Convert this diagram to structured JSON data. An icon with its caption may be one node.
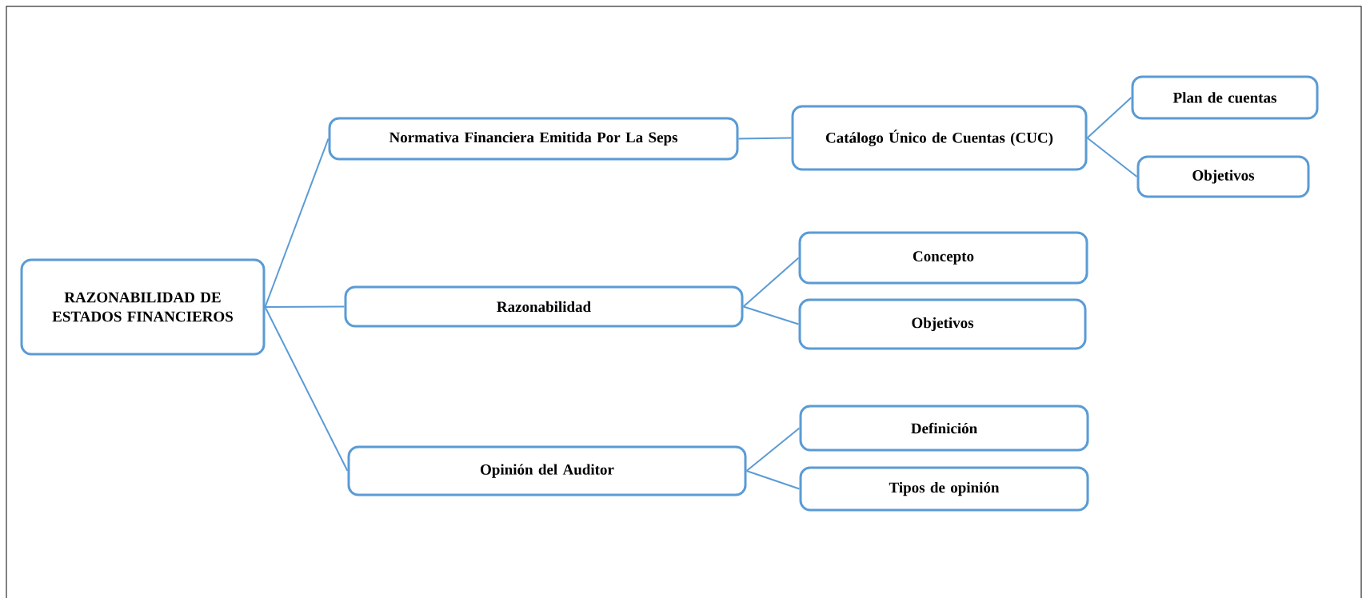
{
  "diagram": {
    "nodes": [
      {
        "text": [
          "RAZONABILIDAD DE ESTADOS FINANCIEROS"
        ]
      },
      {
        "text": [
          "Normativa Financiera Emitida Por La Seps"
        ]
      },
      {
        "text": [
          "Catálogo Único de Cuentas (CUC)"
        ]
      },
      {
        "text": [
          "Plan de cuentas"
        ]
      },
      {
        "text": [
          "Objetivos"
        ]
      },
      {
        "text": [
          "Razonabilidad"
        ]
      },
      {
        "text": [
          "Concepto"
        ]
      },
      {
        "text": [
          "Objetivos"
        ]
      },
      {
        "text": [
          "Opinión del Auditor"
        ]
      },
      {
        "text": [
          "Definición"
        ]
      },
      {
        "text": [
          "Tipos de opinión"
        ]
      }
    ],
    "edges": [
      {
        "from": 0,
        "to": 1,
        "arrow": "none"
      },
      {
        "from": 0,
        "to": 5,
        "arrow": "none"
      },
      {
        "from": 0,
        "to": 8,
        "arrow": "none"
      },
      {
        "from": 1,
        "to": 2,
        "arrow": "none"
      },
      {
        "from": 2,
        "to": 3,
        "arrow": "none"
      },
      {
        "from": 2,
        "to": 4,
        "arrow": "none"
      },
      {
        "from": 5,
        "to": 6,
        "arrow": "none"
      },
      {
        "from": 5,
        "to": 7,
        "arrow": "none"
      },
      {
        "from": 8,
        "to": 9,
        "arrow": "none"
      },
      {
        "from": 8,
        "to": 10,
        "arrow": "none"
      }
    ]
  }
}
